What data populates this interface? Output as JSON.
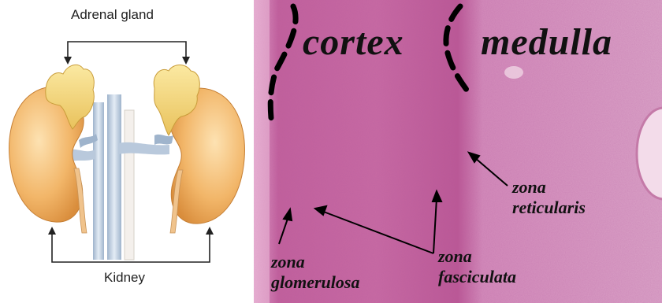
{
  "diagram": {
    "adrenal_label": "Adrenal gland",
    "kidney_label": "Kidney"
  },
  "micrograph": {
    "cortex_title": "cortex",
    "medulla_title": "medulla",
    "zones": {
      "glomerulosa_line1": "zona",
      "glomerulosa_line2": "glomerulosa",
      "fasciculata_line1": "zona",
      "fasciculata_line2": "fasciculata",
      "reticularis_line1": "zona",
      "reticularis_line2": "reticularis"
    }
  },
  "colors": {
    "kidney": "#f0b567",
    "adrenal": "#f3d77a",
    "tissue_cortex": "#c9679f",
    "tissue_medulla": "#d79cc2"
  }
}
